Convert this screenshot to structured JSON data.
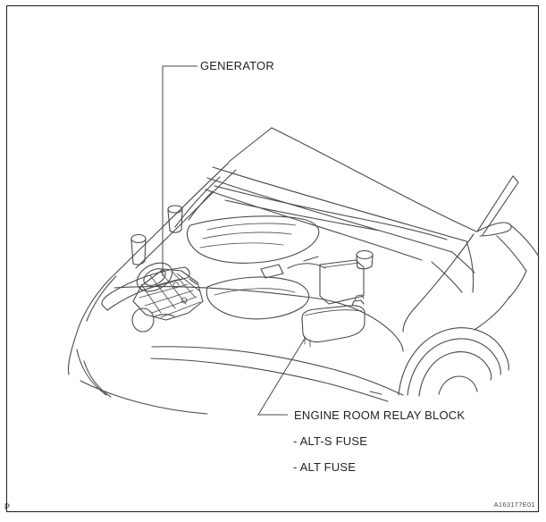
{
  "labels": {
    "generator": "GENERATOR",
    "engine_room_relay_block": "ENGINE ROOM RELAY BLOCK",
    "alt_s_fuse": "- ALT-S FUSE",
    "alt_fuse": "- ALT FUSE"
  },
  "footer": {
    "figure_code": "A163177E01",
    "page_marker": "P"
  },
  "colors": {
    "line": "#4a4a4a",
    "text": "#231f20",
    "border": "#1c1c1c",
    "background": "#ffffff"
  }
}
